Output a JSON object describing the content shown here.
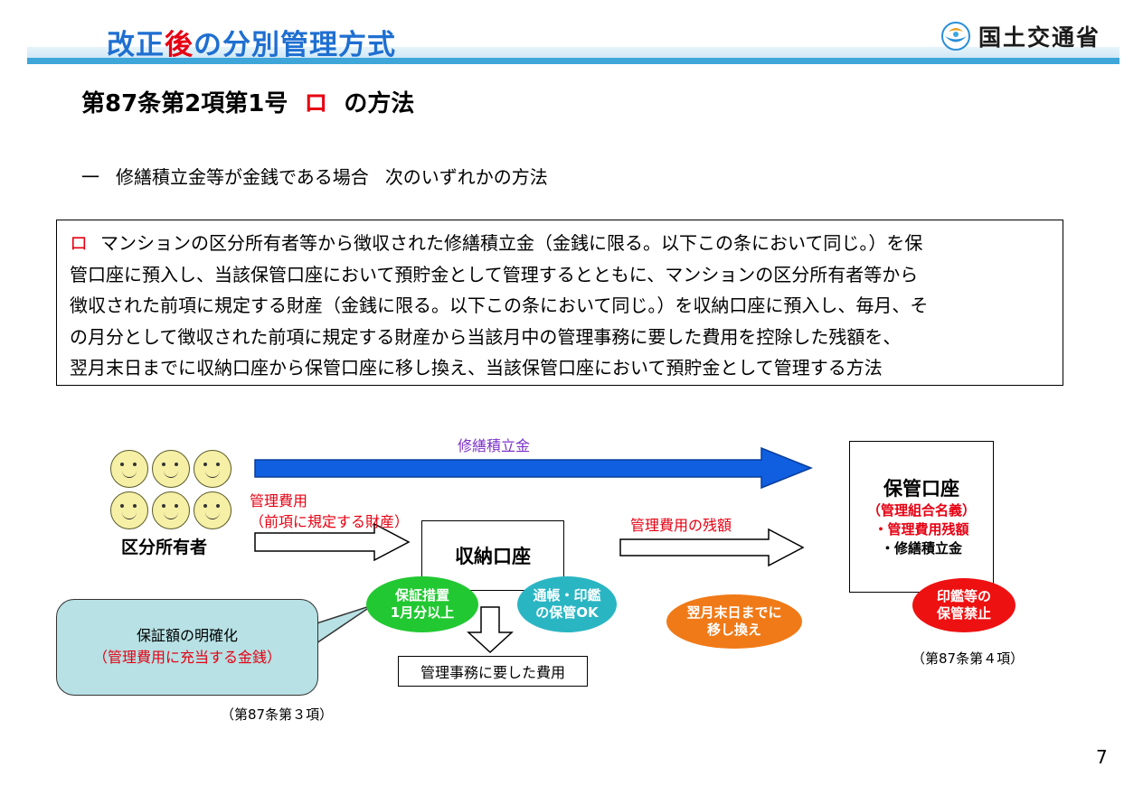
{
  "header": {
    "title_pre": "改正",
    "title_red": "後",
    "title_post": "の分別管理方式",
    "logo_text": "国土交通省",
    "logo_icon": "ministry-emblem-icon"
  },
  "subtitle": {
    "pre": "第87条第2項第1号",
    "red": "ロ",
    "post": "の方法"
  },
  "lead": {
    "dash": "一",
    "text1": "修繕積立金等が金銭である場合",
    "text2": "次のいずれかの方法"
  },
  "textbox": {
    "mark": "ロ",
    "lines": [
      "マンションの区分所有者等から徴収された修繕積立金（金銭に限る。以下この条において同じ。）を保",
      "管口座に預入し、当該保管口座において預貯金として管理するとともに、マンションの区分所有者等から",
      "徴収された前項に規定する財産（金銭に限る。以下この条において同じ。）を収納口座に預入し、毎月、そ",
      "の月分として徴収された前項に規定する財産から当該月中の管理事務に要した費用を控除した残額を、",
      "翌月末日までに収納口座から保管口座に移し換え、当該保管口座において預貯金として管理する方法"
    ]
  },
  "diagram": {
    "owners_label": "区分所有者",
    "face_icon": "smiley-face-icon",
    "reserve_fund_label": "修繕積立金",
    "mgmt_fee_label": "管理費用",
    "mgmt_fee_sub": "（前項に規定する財産）",
    "collection_account": "収納口座",
    "balance_label": "管理費用の残額",
    "custody_account": {
      "title": "保管口座",
      "red_line": "（管理組合名義）",
      "item1": "・管理費用残額",
      "item2": "・修繕積立金"
    },
    "expense_label": "管理事務に要した費用",
    "ovals": {
      "guarantee": [
        "保証措置",
        "1月分以上"
      ],
      "passbook": [
        "通帳・印鑑",
        "の保管OK"
      ],
      "transfer": [
        "翌月末日までに",
        "移し換え"
      ],
      "seal": [
        "印鑑等の",
        "保管禁止"
      ]
    },
    "callout": {
      "line1": "保証額の明確化",
      "line2": "（管理費用に充当する金銭）"
    },
    "ref_3": "（第87条第３項）",
    "ref_4": "（第87条第４項）"
  },
  "colors": {
    "title_blue": "#1f6fd1",
    "accent_red": "#e60012",
    "arrow_blue": "#0f5fe0",
    "oval_green": "#22c832",
    "oval_teal": "#2ab5c3",
    "oval_orange": "#f07a18",
    "oval_red": "#ee1111",
    "callout_fill": "#b7e1e4"
  },
  "page_number": "7"
}
